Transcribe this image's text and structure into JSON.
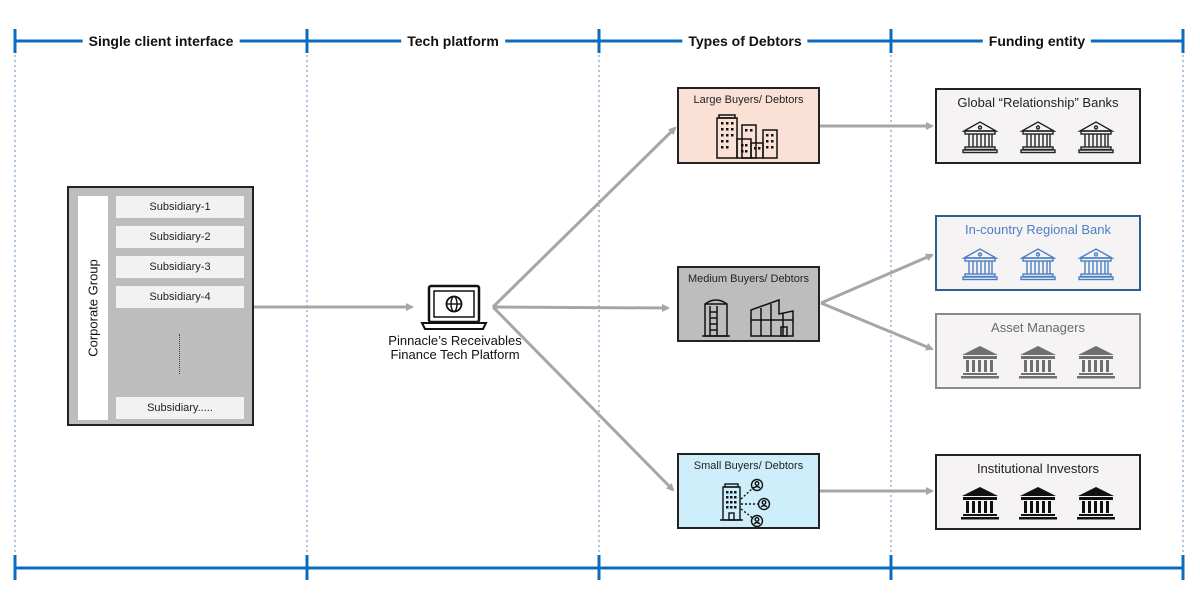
{
  "columns": [
    {
      "header": "Single client interface"
    },
    {
      "header": "Tech platform"
    },
    {
      "header": "Types of Debtors"
    },
    {
      "header": "Funding entity"
    }
  ],
  "colors": {
    "timeline_blue": "#0b6cbf",
    "arrow_gray": "#a6a6a6",
    "large_fill": "#fbe1d5",
    "medium_fill": "#bdbdbd",
    "small_fill": "#cfeefc",
    "regional_blue": "#4a7fc4",
    "asset_gray": "#7a7a7a"
  },
  "corporate_group": {
    "label": "Corporate Group",
    "subsidiaries": [
      "Subsidiary-1",
      "Subsidiary-2",
      "Subsidiary-3",
      "Subsidiary-4"
    ],
    "last_subsidiary": "Subsidiary....."
  },
  "platform": {
    "icon": "laptop-globe-icon",
    "line1": "Pinnacle’s Receivables",
    "line2": "Finance Tech Platform"
  },
  "debtors": [
    {
      "label": "Large Buyers/ Debtors",
      "icon": "office-buildings-icon"
    },
    {
      "label": "Medium Buyers/ Debtors",
      "icon": "silo-and-factory-icon"
    },
    {
      "label": "Small Buyers/ Debtors",
      "icon": "building-network-users-icon"
    }
  ],
  "funding": [
    {
      "label": "Global “Relationship” Banks",
      "icon": "bank-icon",
      "count": 3
    },
    {
      "label": "In-country Regional Bank",
      "icon": "bank-icon",
      "count": 3
    },
    {
      "label": "Asset Managers",
      "icon": "bank-icon",
      "count": 3
    },
    {
      "label": "Institutional Investors",
      "icon": "bank-icon",
      "count": 3
    }
  ]
}
